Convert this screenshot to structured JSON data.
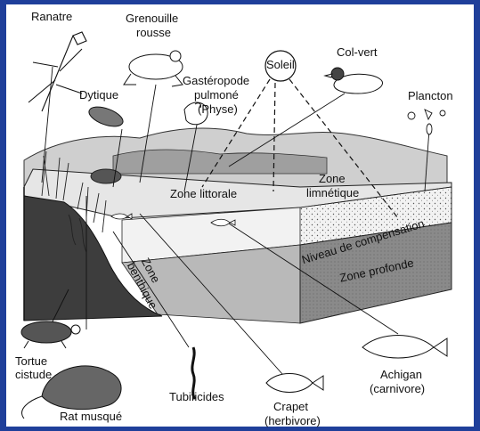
{
  "labels": {
    "ranatre": "Ranatre",
    "grenouille_1": "Grenouille",
    "grenouille_2": "rousse",
    "soleil": "Soleil",
    "col_vert": "Col-vert",
    "dytique": "Dytique",
    "gasteropode_1": "Gastéropode",
    "gasteropode_2": "pulmoné",
    "gasteropode_3": "(Physe)",
    "plancton": "Plancton",
    "zone_littorale": "Zone littorale",
    "zone_limnetique_1": "Zone",
    "zone_limnetique_2": "limnétique",
    "niveau_compensation": "Niveau de compensation",
    "zone_profonde": "Zone profonde",
    "zone_benthique_1": "Zone",
    "zone_benthique_2": "benthique",
    "tortue_1": "Tortue",
    "tortue_2": "cistude",
    "rat": "Rat musqué",
    "tubificides": "Tubificides",
    "crapet_1": "Crapet",
    "crapet_2": "(herbivore)",
    "achigan_1": "Achigan",
    "achigan_2": "(carnivore)"
  },
  "colors": {
    "frame": "#1f3f9a",
    "ink": "#111111",
    "deep_water": "#7a7a7a",
    "bottom_dark": "#3d3d3d",
    "surface_water": "#d8d8d8"
  }
}
